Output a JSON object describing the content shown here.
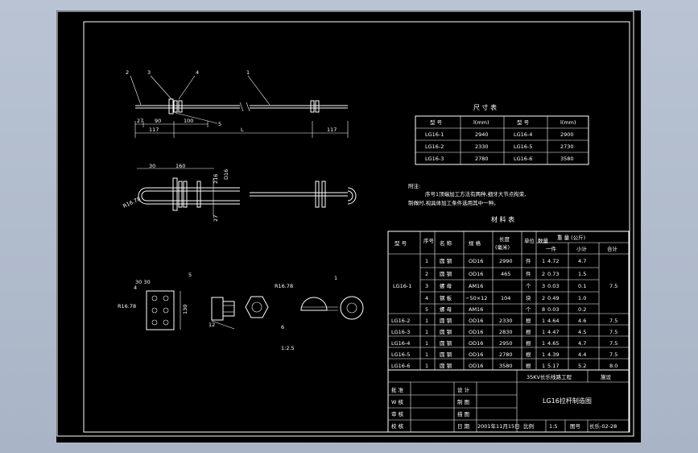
{
  "labels": {
    "dimension_table_title": "尺 寸 表",
    "notes_title": "附注:",
    "notes_line1": "序号1顶端加工方法有两种,细牙大节点拘束,",
    "notes_line2": "制做时,视具体加工条件选用其中一种。",
    "material_table_title": "材 料 表",
    "scale_label": "1:2.5",
    "callout_1": "1",
    "callout_2": "2",
    "callout_3": "3",
    "callout_4": "4",
    "callout_5": "5",
    "callout_6": "6",
    "dim_27": "27",
    "dim_90": "90",
    "dim_100": "100",
    "dim_L": "L",
    "dim_117a": "117",
    "dim_117b": "117",
    "dim_30": "30",
    "dim_160": "160",
    "dim_D16": "D16",
    "dim_216": "216",
    "dim_27b": "27",
    "dim_r1678": "R16.78",
    "dim_30_30": "30 30",
    "dim_r1678b": "R16.78",
    "dim_130": "130",
    "dim_12": "12",
    "dim_r1678c": "R16.78",
    "dim_5": "5",
    "dim_6": "6"
  },
  "dimension_table": {
    "headers": [
      "型 号",
      "l(mm)",
      "型 号",
      "l(mm)"
    ],
    "rows": [
      [
        "LG16-1",
        "2940",
        "LG16-4",
        "2900"
      ],
      [
        "LG16-2",
        "2330",
        "LG16-5",
        "2730"
      ],
      [
        "LG16-3",
        "2780",
        "LG16-6",
        "3580"
      ]
    ]
  },
  "material_table": {
    "headers": {
      "model": "型 号",
      "seq": "序号",
      "name": "名 称",
      "spec": "规 格",
      "length": "长度",
      "length_unit": "(毫米)",
      "unit": "单位",
      "qty": "数量",
      "weight": "重 量 (公斤)",
      "weight_one": "一件",
      "weight_sub": "小计",
      "weight_total": "合计"
    },
    "group_model": "LG16-1",
    "group_total": "7.5",
    "group_rows": [
      [
        "1",
        "圆 钢",
        "OD16",
        "2990",
        "件",
        "1",
        "4.72",
        "4.7"
      ],
      [
        "2",
        "圆 钢",
        "OD16",
        "465",
        "件",
        "2",
        "0.73",
        "1.5"
      ],
      [
        "3",
        "螺 母",
        "AM16",
        "",
        "个",
        "3",
        "0.03",
        "0.1"
      ],
      [
        "4",
        "钢 板",
        "−50×12",
        "104",
        "块",
        "2",
        "0.49",
        "1.0"
      ],
      [
        "5",
        "螺 母",
        "AM16",
        "",
        "个",
        "8",
        "0.03",
        "0.2"
      ]
    ],
    "other_rows": [
      [
        "LG16-2",
        "1",
        "圆 钢",
        "OD16",
        "2330",
        "根",
        "1",
        "4.64",
        "4.6",
        "7.5"
      ],
      [
        "LG16-3",
        "1",
        "圆 钢",
        "OD16",
        "2830",
        "根",
        "1",
        "4.47",
        "4.5",
        "7.5"
      ],
      [
        "LG16-4",
        "1",
        "圆 钢",
        "OD16",
        "2950",
        "根",
        "1",
        "4.65",
        "4.7",
        "7.5"
      ],
      [
        "LG16-5",
        "1",
        "圆 钢",
        "OD16",
        "2780",
        "根",
        "1",
        "4.39",
        "4.4",
        "7.5"
      ],
      [
        "LG16-6",
        "1",
        "圆 钢",
        "OD16",
        "3580",
        "根",
        "1",
        "5.17",
        "5.2",
        "8.0"
      ]
    ]
  },
  "title_block": {
    "project": "35KV长乐线路工程",
    "stage": "施设",
    "drawing_title": "LG16拉杆制造图",
    "approve": "批 准",
    "review": "审 核",
    "check": "校 核",
    "proofread": "校 核",
    "design": "设 计",
    "draw": "制 图",
    "trace": "描 图",
    "date_label": "日 期",
    "date_value": "2001年11月15日",
    "scale_label": "比例",
    "scale_value": "1:5",
    "drawing_no_label": "图号",
    "drawing_no_value": "长乐-02-28",
    "review_w": "W 核"
  }
}
